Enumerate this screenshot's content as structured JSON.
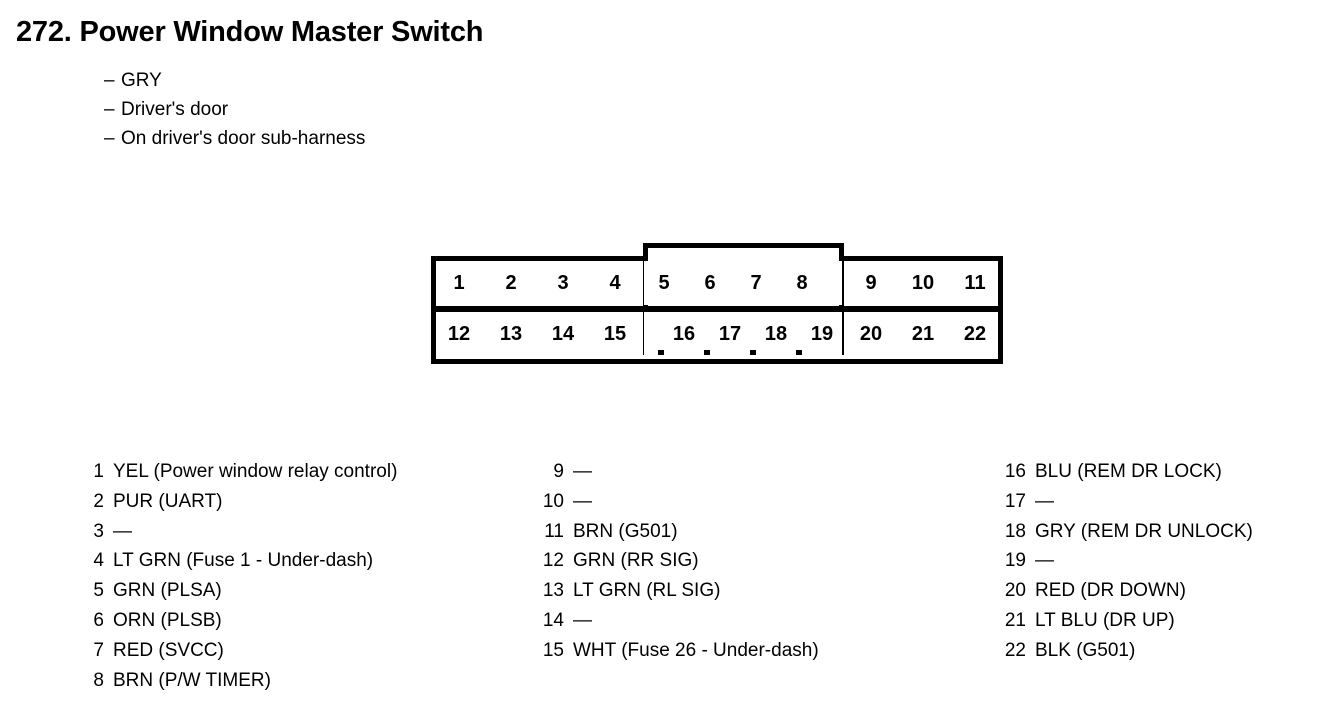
{
  "header": {
    "title": "272. Power Window Master Switch",
    "bullets": [
      "GRY",
      "Driver's door",
      "On driver's door sub-harness"
    ],
    "dash": "–"
  },
  "connector": {
    "name": "22-pin connector pinout diagram",
    "top_row": [
      {
        "label": "1",
        "type": "wide"
      },
      {
        "label": "2",
        "type": "wide"
      },
      {
        "label": "3",
        "type": "wide"
      },
      {
        "label": "4",
        "type": "wide"
      },
      {
        "label": "5",
        "type": "narrow"
      },
      {
        "label": "6",
        "type": "narrow"
      },
      {
        "label": "7",
        "type": "narrow"
      },
      {
        "label": "8",
        "type": "narrow"
      },
      {
        "label": "",
        "type": "blank"
      },
      {
        "label": "9",
        "type": "wide"
      },
      {
        "label": "10",
        "type": "wide"
      },
      {
        "label": "11",
        "type": "wide"
      }
    ],
    "bottom_row": [
      {
        "label": "12",
        "type": "wide"
      },
      {
        "label": "13",
        "type": "wide"
      },
      {
        "label": "14",
        "type": "wide"
      },
      {
        "label": "15",
        "type": "wide"
      },
      {
        "label": "",
        "type": "blank"
      },
      {
        "label": "16",
        "type": "narrow"
      },
      {
        "label": "17",
        "type": "narrow"
      },
      {
        "label": "18",
        "type": "narrow"
      },
      {
        "label": "19",
        "type": "narrow"
      },
      {
        "label": "20",
        "type": "wide"
      },
      {
        "label": "21",
        "type": "wide"
      },
      {
        "label": "22",
        "type": "wide"
      }
    ]
  },
  "pin_list": {
    "column1": [
      {
        "num": "1",
        "desc": "YEL (Power window relay control)"
      },
      {
        "num": "2",
        "desc": "PUR (UART)"
      },
      {
        "num": "3",
        "desc": "—"
      },
      {
        "num": "4",
        "desc": "LT GRN (Fuse 1 - Under-dash)"
      },
      {
        "num": "5",
        "desc": "GRN (PLSA)"
      },
      {
        "num": "6",
        "desc": "ORN (PLSB)"
      },
      {
        "num": "7",
        "desc": "RED (SVCC)"
      },
      {
        "num": "8",
        "desc": "BRN (P/W TIMER)"
      }
    ],
    "column2": [
      {
        "num": "9",
        "desc": "—"
      },
      {
        "num": "10",
        "desc": "—"
      },
      {
        "num": "11",
        "desc": "BRN (G501)"
      },
      {
        "num": "12",
        "desc": "GRN (RR SIG)"
      },
      {
        "num": "13",
        "desc": "LT GRN (RL SIG)"
      },
      {
        "num": "14",
        "desc": "—"
      },
      {
        "num": "15",
        "desc": "WHT (Fuse 26 - Under-dash)"
      }
    ],
    "column3": [
      {
        "num": "16",
        "desc": "BLU (REM DR LOCK)"
      },
      {
        "num": "17",
        "desc": "—"
      },
      {
        "num": "18",
        "desc": "GRY (REM DR UNLOCK)"
      },
      {
        "num": "19",
        "desc": "—"
      },
      {
        "num": "20",
        "desc": "RED (DR DOWN)"
      },
      {
        "num": "21",
        "desc": "LT BLU (DR UP)"
      },
      {
        "num": "22",
        "desc": "BLK (G501)"
      }
    ]
  },
  "colors": {
    "ink": "#000000",
    "paper": "#ffffff"
  }
}
